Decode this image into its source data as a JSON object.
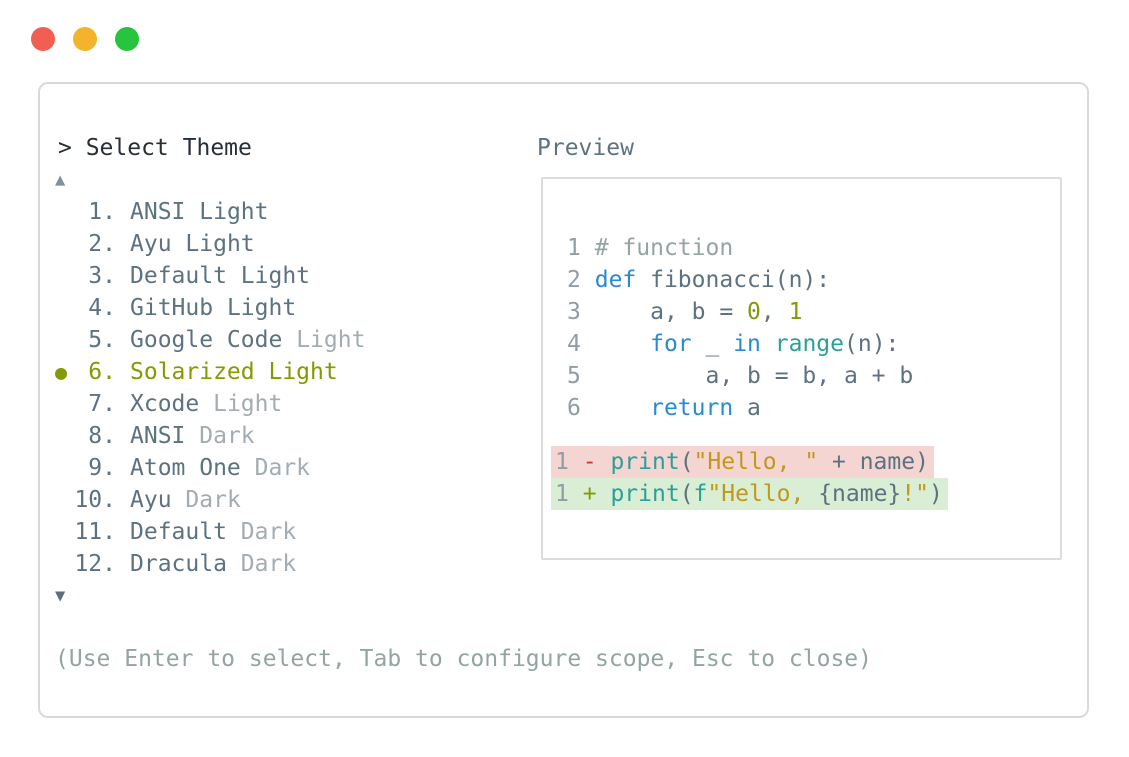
{
  "header": {
    "title": "> Select Theme"
  },
  "preview": {
    "label": "Preview",
    "code": [
      {
        "tokens": [
          {
            "t": "1",
            "c": "lnum"
          },
          {
            "t": " ",
            "c": "body"
          },
          {
            "t": "# function",
            "c": "comment"
          }
        ]
      },
      {
        "tokens": [
          {
            "t": "2",
            "c": "lnum"
          },
          {
            "t": " ",
            "c": "body"
          },
          {
            "t": "def",
            "c": "kw"
          },
          {
            "t": " fibonacci(n):",
            "c": "body"
          }
        ]
      },
      {
        "tokens": [
          {
            "t": "3",
            "c": "lnum"
          },
          {
            "t": "     a, b = ",
            "c": "body"
          },
          {
            "t": "0",
            "c": "num"
          },
          {
            "t": ", ",
            "c": "body"
          },
          {
            "t": "1",
            "c": "num"
          }
        ]
      },
      {
        "tokens": [
          {
            "t": "4",
            "c": "lnum"
          },
          {
            "t": "     ",
            "c": "body"
          },
          {
            "t": "for",
            "c": "kw"
          },
          {
            "t": " _ ",
            "c": "body"
          },
          {
            "t": "in",
            "c": "kw"
          },
          {
            "t": " ",
            "c": "body"
          },
          {
            "t": "range",
            "c": "fn"
          },
          {
            "t": "(n):",
            "c": "body"
          }
        ]
      },
      {
        "tokens": [
          {
            "t": "5",
            "c": "lnum"
          },
          {
            "t": "         a, b = b, a + b",
            "c": "body"
          }
        ]
      },
      {
        "tokens": [
          {
            "t": "6",
            "c": "lnum"
          },
          {
            "t": "     ",
            "c": "body"
          },
          {
            "t": "return",
            "c": "kw"
          },
          {
            "t": " a",
            "c": "body"
          }
        ]
      }
    ],
    "diff": [
      {
        "kind": "removed",
        "tokens": [
          {
            "t": "1",
            "c": "lnum"
          },
          {
            "t": " ",
            "c": "body"
          },
          {
            "t": "-",
            "c": "minus"
          },
          {
            "t": " ",
            "c": "body"
          },
          {
            "t": "print",
            "c": "fn"
          },
          {
            "t": "(",
            "c": "body"
          },
          {
            "t": "\"Hello, \"",
            "c": "str"
          },
          {
            "t": " + name)",
            "c": "body"
          }
        ]
      },
      {
        "kind": "added",
        "tokens": [
          {
            "t": "1",
            "c": "lnum"
          },
          {
            "t": " ",
            "c": "body"
          },
          {
            "t": "+",
            "c": "plus"
          },
          {
            "t": " ",
            "c": "body"
          },
          {
            "t": "print",
            "c": "fn"
          },
          {
            "t": "(",
            "c": "body"
          },
          {
            "t": "f",
            "c": "fn"
          },
          {
            "t": "\"Hello, ",
            "c": "str"
          },
          {
            "t": "{name}",
            "c": "body"
          },
          {
            "t": "!\"",
            "c": "str"
          },
          {
            "t": ")",
            "c": "body"
          }
        ]
      }
    ]
  },
  "theme_list": {
    "scroll_up_icon": "▲",
    "scroll_down_icon": "▼",
    "selected_bullet_icon": "●",
    "items": [
      {
        "num": "1.",
        "name": "ANSI",
        "suffix": "Light",
        "suffix_muted": false,
        "selected": false
      },
      {
        "num": "2.",
        "name": "Ayu",
        "suffix": "Light",
        "suffix_muted": false,
        "selected": false
      },
      {
        "num": "3.",
        "name": "Default",
        "suffix": "Light",
        "suffix_muted": false,
        "selected": false
      },
      {
        "num": "4.",
        "name": "GitHub",
        "suffix": "Light",
        "suffix_muted": false,
        "selected": false
      },
      {
        "num": "5.",
        "name": "Google Code",
        "suffix": "Light",
        "suffix_muted": true,
        "selected": false
      },
      {
        "num": "6.",
        "name": "Solarized",
        "suffix": "Light",
        "suffix_muted": false,
        "selected": true
      },
      {
        "num": "7.",
        "name": "Xcode",
        "suffix": "Light",
        "suffix_muted": true,
        "selected": false
      },
      {
        "num": "8.",
        "name": "ANSI",
        "suffix": "Dark",
        "suffix_muted": true,
        "selected": false
      },
      {
        "num": "9.",
        "name": "Atom One",
        "suffix": "Dark",
        "suffix_muted": true,
        "selected": false
      },
      {
        "num": "10.",
        "name": "Ayu",
        "suffix": "Dark",
        "suffix_muted": true,
        "selected": false
      },
      {
        "num": "11.",
        "name": "Default",
        "suffix": "Dark",
        "suffix_muted": true,
        "selected": false
      },
      {
        "num": "12.",
        "name": "Dracula",
        "suffix": "Dark",
        "suffix_muted": true,
        "selected": false
      }
    ]
  },
  "footer": {
    "help": "(Use Enter to select, Tab to configure scope, Esc to close)"
  },
  "colors": {
    "border": "#d6dadd",
    "title_text": "#262e36",
    "body_text": "#5d7280",
    "muted_text": "#a2acb2",
    "selected_accent": "#859900",
    "keyword": "#268bd2",
    "function_name": "#2aa198",
    "number_literal": "#859900",
    "string_literal": "#c0991b",
    "comment": "#95a3a3",
    "line_number": "#8f9da4",
    "diff_minus": "#dc322f",
    "diff_removed_bg": "#f4d5d1",
    "diff_added_bg": "#daedd5",
    "help_text": "#93a4a2",
    "traffic_red": "#f15f52",
    "traffic_yellow": "#f3b32a",
    "traffic_green": "#27c440"
  }
}
